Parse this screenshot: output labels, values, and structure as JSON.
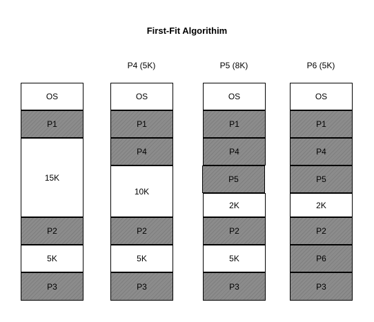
{
  "title": "First-Fit Algorithim",
  "columns": [
    {
      "header": "",
      "blocks": [
        {
          "label": "OS",
          "type": "free"
        },
        {
          "label": "P1",
          "type": "used"
        },
        {
          "label": "15K",
          "type": "free"
        },
        {
          "label": "P2",
          "type": "used"
        },
        {
          "label": "5K",
          "type": "free"
        },
        {
          "label": "P3",
          "type": "used"
        }
      ]
    },
    {
      "header": "P4 (5K)",
      "blocks": [
        {
          "label": "OS",
          "type": "free"
        },
        {
          "label": "P1",
          "type": "used"
        },
        {
          "label": "P4",
          "type": "used"
        },
        {
          "label": "10K",
          "type": "free"
        },
        {
          "label": "P2",
          "type": "used"
        },
        {
          "label": "5K",
          "type": "free"
        },
        {
          "label": "P3",
          "type": "used"
        }
      ]
    },
    {
      "header": "P5 (8K)",
      "blocks": [
        {
          "label": "OS",
          "type": "free"
        },
        {
          "label": "P1",
          "type": "used"
        },
        {
          "label": "P4",
          "type": "used"
        },
        {
          "label": "P5",
          "type": "used"
        },
        {
          "label": "2K",
          "type": "free"
        },
        {
          "label": "P2",
          "type": "used"
        },
        {
          "label": "5K",
          "type": "free"
        },
        {
          "label": "P3",
          "type": "used"
        }
      ]
    },
    {
      "header": "P6 (5K)",
      "blocks": [
        {
          "label": "OS",
          "type": "free"
        },
        {
          "label": "P1",
          "type": "used"
        },
        {
          "label": "P4",
          "type": "used"
        },
        {
          "label": "P5",
          "type": "used"
        },
        {
          "label": "2K",
          "type": "free"
        },
        {
          "label": "P2",
          "type": "used"
        },
        {
          "label": "P6",
          "type": "used"
        },
        {
          "label": "P3",
          "type": "used"
        }
      ]
    }
  ]
}
